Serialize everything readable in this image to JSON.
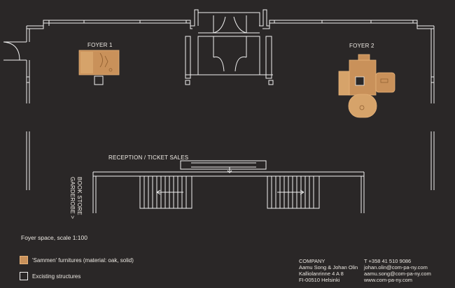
{
  "plan": {
    "labels": {
      "foyer1": "FOYER 1",
      "foyer2": "FOYER 2",
      "reception": "RECEPTION / TICKET SALES",
      "bookstore": "BOOK STORE",
      "garderobe": "GARDEROBE >"
    }
  },
  "caption": "Foyer space, scale 1:100",
  "legend": {
    "furniture": "'Sammen' furnitures (material: oak, solid)",
    "existing": "Excisting structures"
  },
  "company": {
    "heading": "COMPANY",
    "line1": "Aamu Song & Johan Olin",
    "line2": "Kalliolanrinne 4 A 8",
    "line3": "FI-00510 Helsinki"
  },
  "contact": {
    "phone": "T +358 41 510 9086",
    "email1": "johan.olin@com-pa-ny.com",
    "email2": "aamu.song@com-pa-ny.com",
    "web": "www.com-pa-ny.com"
  },
  "colors": {
    "background": "#2a2727",
    "line": "#f2f2f2",
    "oak": "#c9915a"
  }
}
